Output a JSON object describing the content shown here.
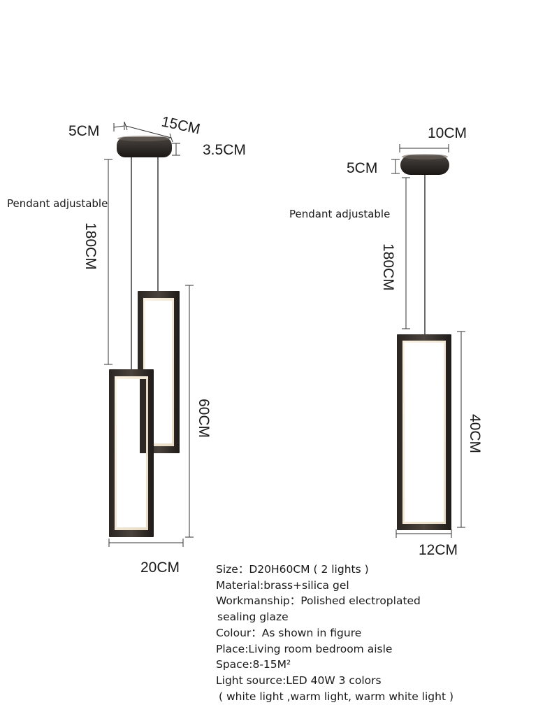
{
  "left_lamp": {
    "canopy_width": "15CM",
    "canopy_depth": "5CM",
    "canopy_height": "3.5CM",
    "cable_length": "180CM",
    "body_height": "60CM",
    "body_width": "20CM",
    "note": "Pendant adjustable"
  },
  "right_lamp": {
    "canopy_diameter": "10CM",
    "canopy_height": "5CM",
    "cable_length": "180CM",
    "body_height": "40CM",
    "body_width": "12CM",
    "note": "Pendant adjustable"
  },
  "specs": [
    "Size：D20H60CM ( 2 lights  )",
    "Material:brass+silica gel",
    "Workmanship：Polished electroplated",
    " sealing glaze",
    "Colour：As shown in figure",
    "Place:Living room bedroom aisle",
    "Space:8-15M²",
    "Light source:LED 40W 3 colors",
    " ( white light ,warm light, warm white light )"
  ]
}
